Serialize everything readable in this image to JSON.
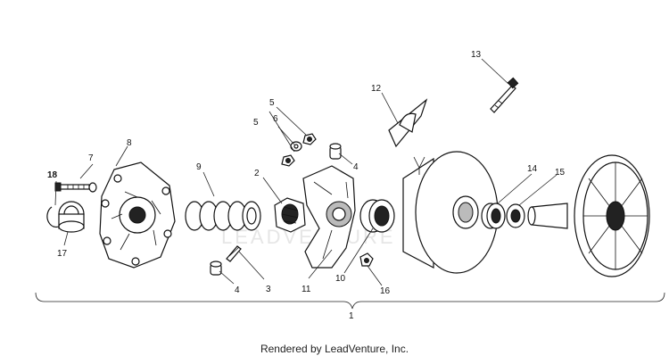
{
  "diagram": {
    "callouts": {
      "c1": "1",
      "c2": "2",
      "c3": "3",
      "c4a": "4",
      "c4b": "4",
      "c5a": "5",
      "c5b": "5",
      "c6": "6",
      "c7": "7",
      "c8": "8",
      "c9": "9",
      "c10": "10",
      "c11": "11",
      "c12": "12",
      "c13": "13",
      "c14": "14",
      "c15": "15",
      "c16": "16",
      "c17": "17",
      "c18": "18"
    },
    "watermark": "LEADVENTURE"
  },
  "footer": {
    "credit": "Rendered by LeadVenture, Inc."
  }
}
